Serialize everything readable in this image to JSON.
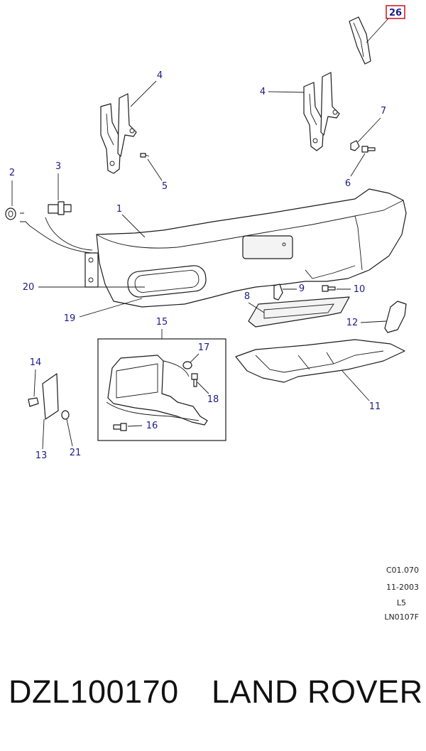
{
  "diagram": {
    "callouts": {
      "c1": "1",
      "c2": "2",
      "c3": "3",
      "c4a": "4",
      "c4b": "4",
      "c5": "5",
      "c6": "6",
      "c7": "7",
      "c8": "8",
      "c9": "9",
      "c10": "10",
      "c11": "11",
      "c12": "12",
      "c13": "13",
      "c14": "14",
      "c15": "15",
      "c16": "16",
      "c17": "17",
      "c18": "18",
      "c19": "19",
      "c20": "20",
      "c21": "21",
      "c26": "26"
    },
    "highlight_color": "#d42020",
    "callout_color": "#1c1c8c"
  },
  "meta": {
    "code": "C01.070",
    "date": "11-2003",
    "level": "L5",
    "ref": "LN0107F"
  },
  "caption": {
    "part_number": "DZL100170",
    "brand": "LAND ROVER"
  }
}
